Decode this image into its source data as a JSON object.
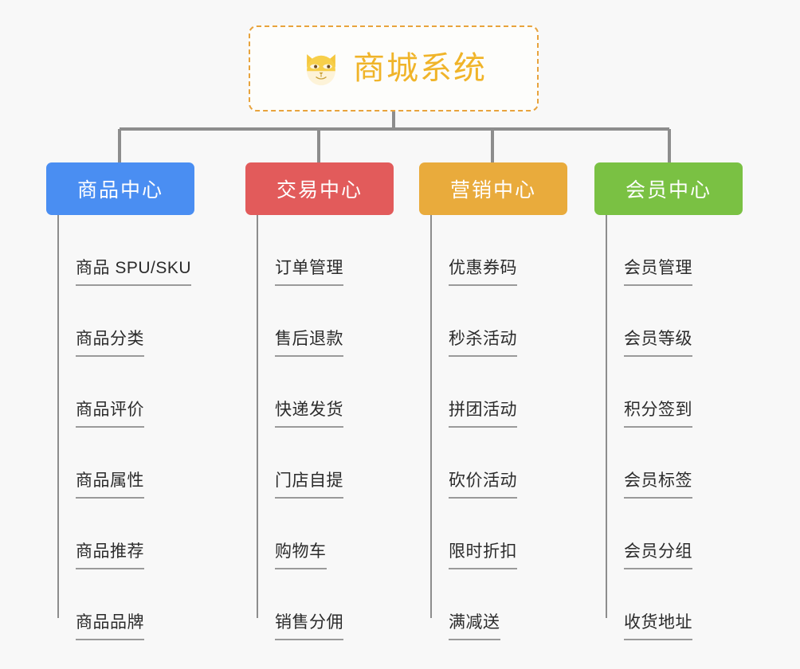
{
  "page": {
    "background_color": "#f8f8f8",
    "type": "mindmap"
  },
  "root": {
    "title": "商城系统",
    "icon": "shiba-dog-icon",
    "text_color": "#f0b429",
    "border_color": "#e8a33d",
    "background_color": "#fdfdfb"
  },
  "branches": [
    {
      "label": "商品中心",
      "color": "#4a8ef2",
      "items": [
        "商品 SPU/SKU",
        "商品分类",
        "商品评价",
        "商品属性",
        "商品推荐",
        "商品品牌"
      ]
    },
    {
      "label": "交易中心",
      "color": "#e25b5b",
      "items": [
        "订单管理",
        "售后退款",
        "快递发货",
        "门店自提",
        "购物车",
        "销售分佣"
      ]
    },
    {
      "label": "营销中心",
      "color": "#e9ab3c",
      "items": [
        "优惠券码",
        "秒杀活动",
        "拼团活动",
        "砍价活动",
        "限时折扣",
        "满减送"
      ]
    },
    {
      "label": "会员中心",
      "color": "#7ac143",
      "items": [
        "会员管理",
        "会员等级",
        "积分签到",
        "会员标签",
        "会员分组",
        "收货地址"
      ]
    }
  ],
  "connector": {
    "color": "#8d8d8d"
  }
}
